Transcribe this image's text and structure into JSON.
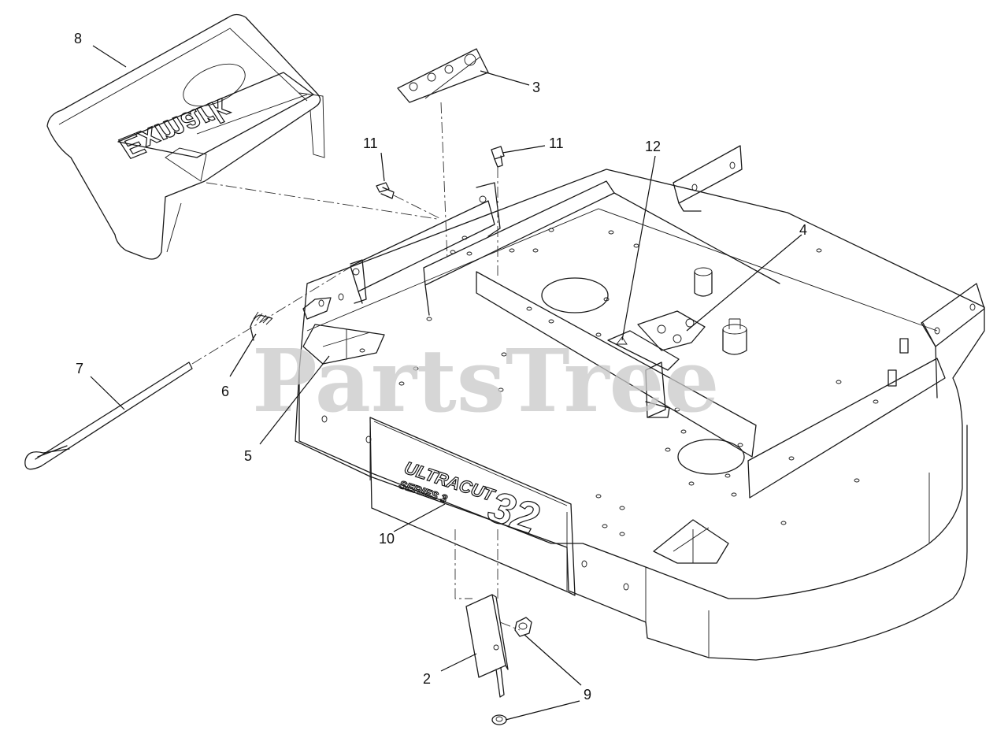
{
  "watermark": "PartsTree",
  "deck_brand": {
    "line1": "ULTRACUT",
    "line2": "SERIES 3",
    "size": "32"
  },
  "bumper_brand": "Exmark",
  "callouts": {
    "c2": "2",
    "c3": "3",
    "c4": "4",
    "c5": "5",
    "c6": "6",
    "c7": "7",
    "c8": "8",
    "c9": "9",
    "c10": "10",
    "c11a": "11",
    "c11b": "11",
    "c12": "12"
  }
}
